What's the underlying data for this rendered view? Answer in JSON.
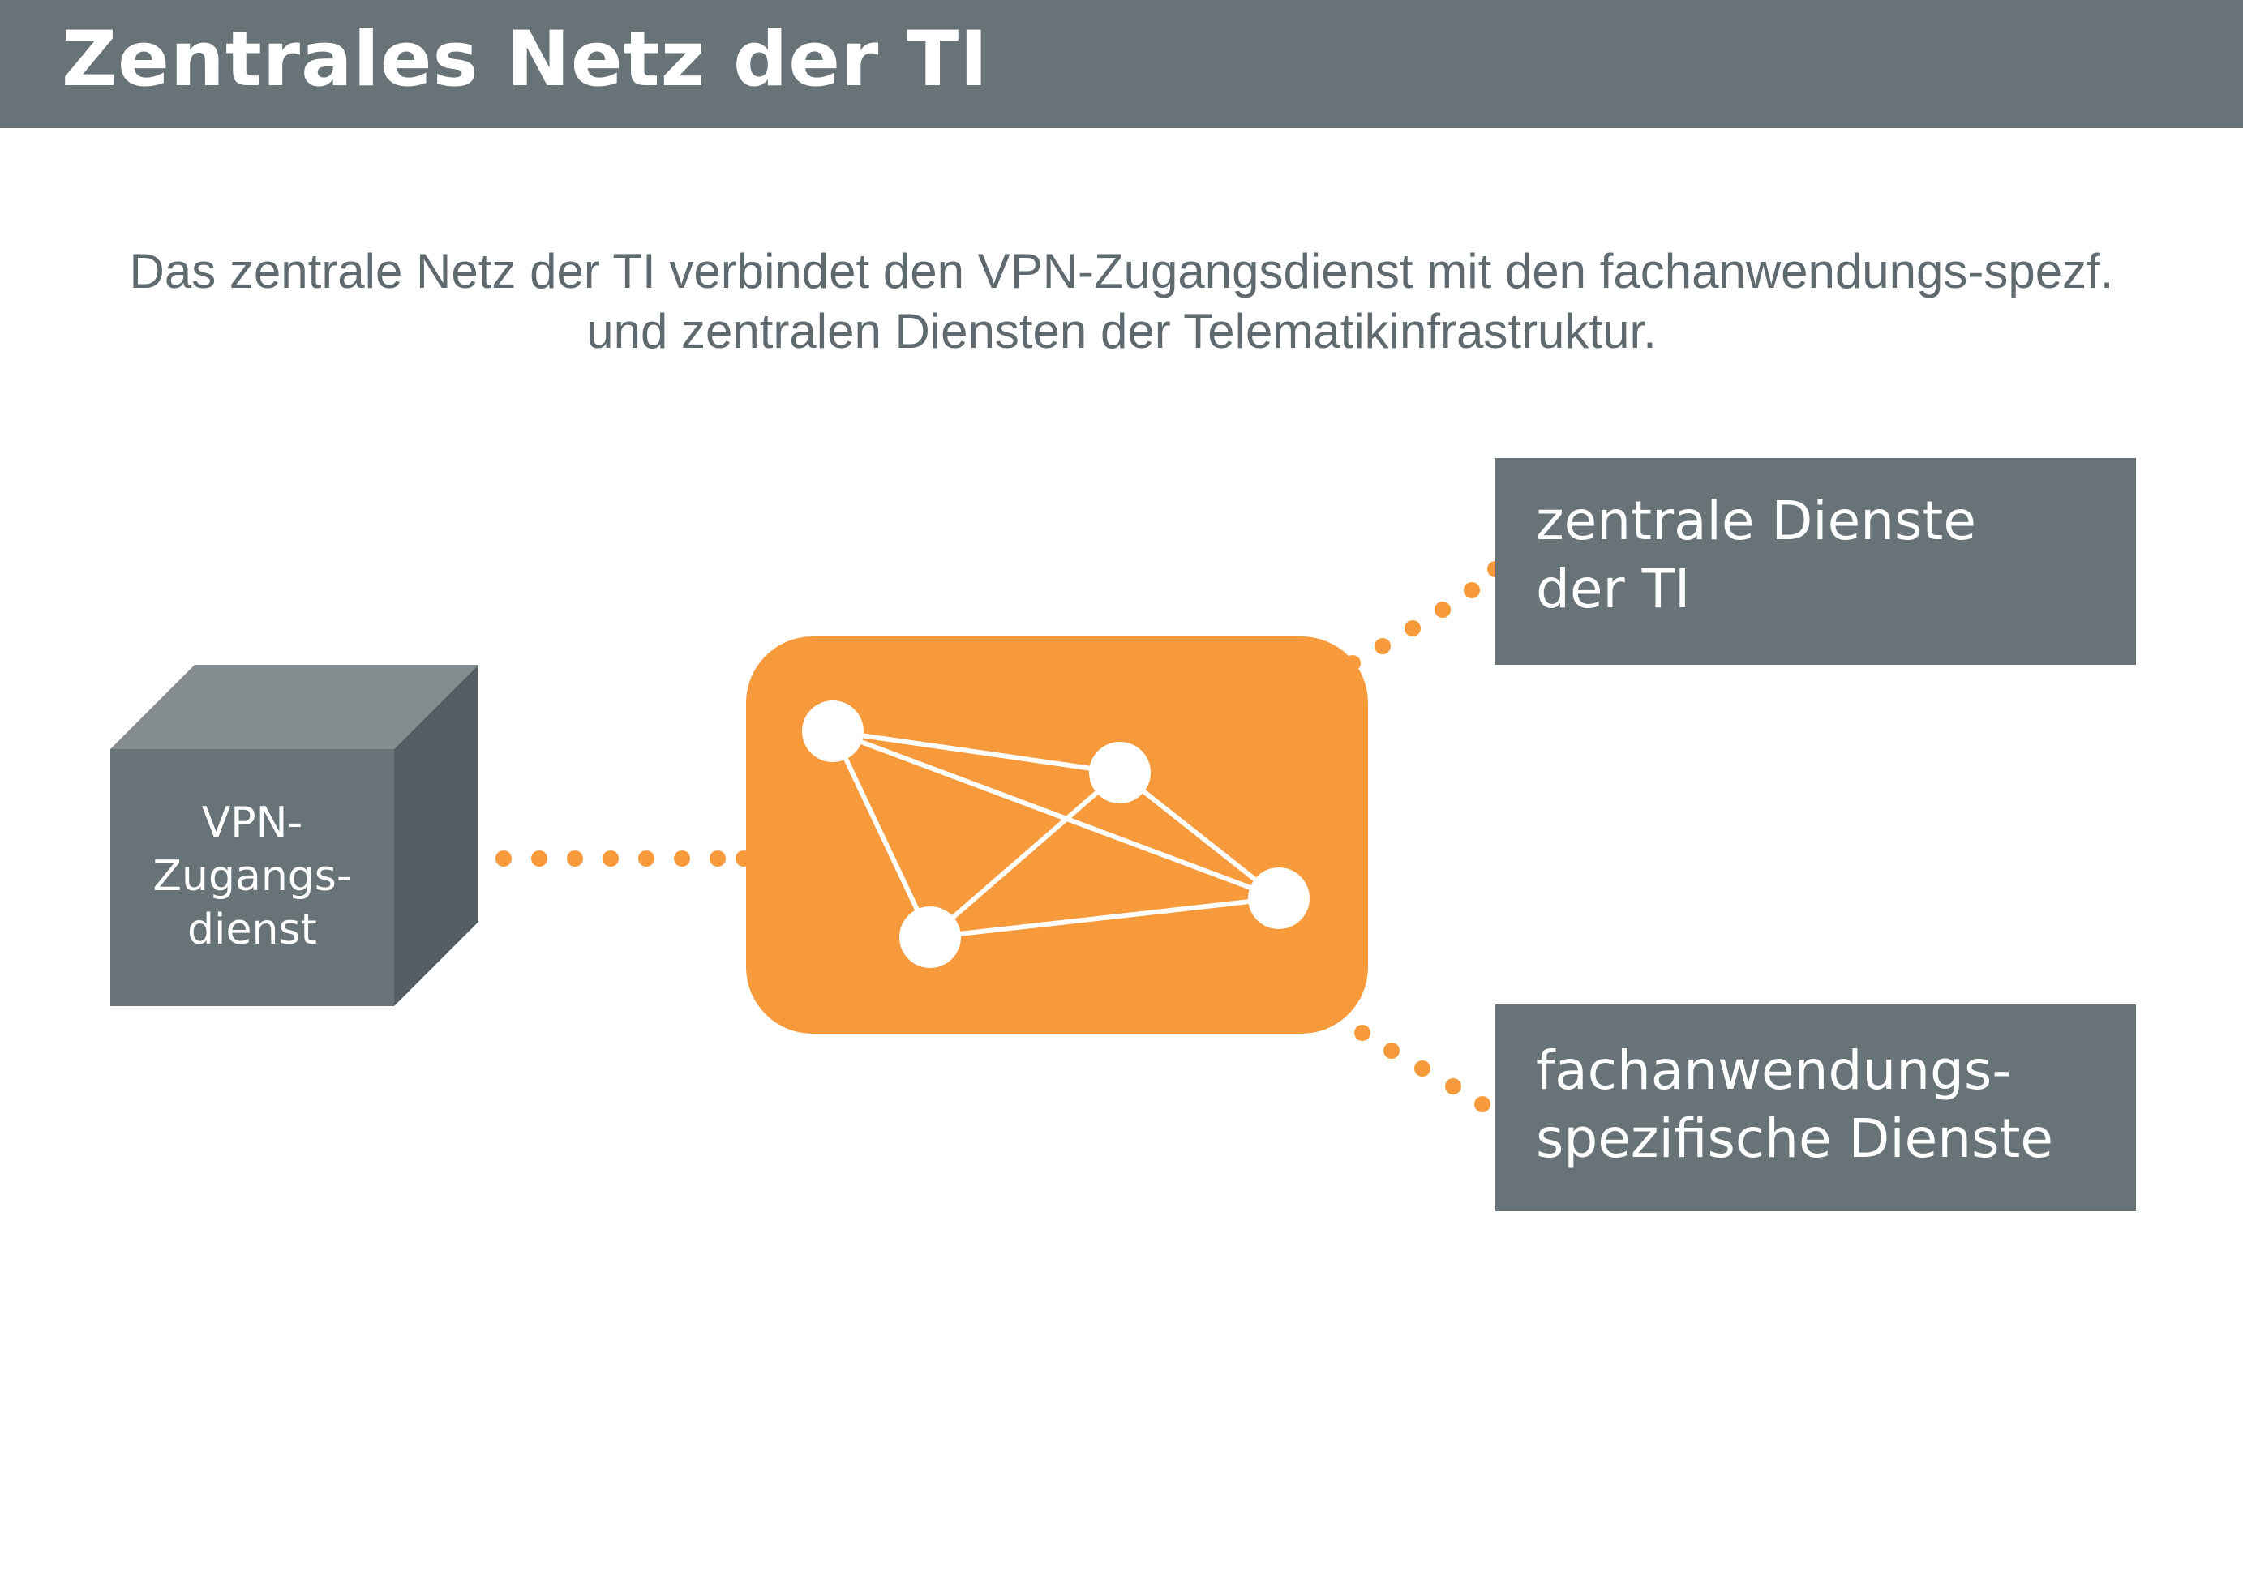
{
  "header": {
    "title": "Zentrales Netz der TI"
  },
  "description": {
    "line1": "Das zentrale Netz der TI verbindet den VPN-Zugangsdienst mit den fachanwendungs-spezf.",
    "line2": "und zentralen Diensten der Telematikinfrastruktur."
  },
  "diagram": {
    "vpn_node": {
      "line1": "VPN-",
      "line2": "Zugangs-",
      "line3": "dienst"
    },
    "central_services": {
      "line1": "zentrale Dienste",
      "line2": "der TI"
    },
    "specific_services": {
      "line1": "fachanwendungs-",
      "line2": "spezifische Dienste"
    },
    "network_icon": "network-graph-icon"
  },
  "colors": {
    "header_bg": "#687377",
    "box_bg": "#687377",
    "cube_front": "#687377",
    "cube_top": "#858d91",
    "cube_side": "#545d61",
    "network_orange": "#f79a3c",
    "connector_dots": "#f79a3c",
    "subtitle_text": "#5f6a6e",
    "white": "#ffffff"
  }
}
